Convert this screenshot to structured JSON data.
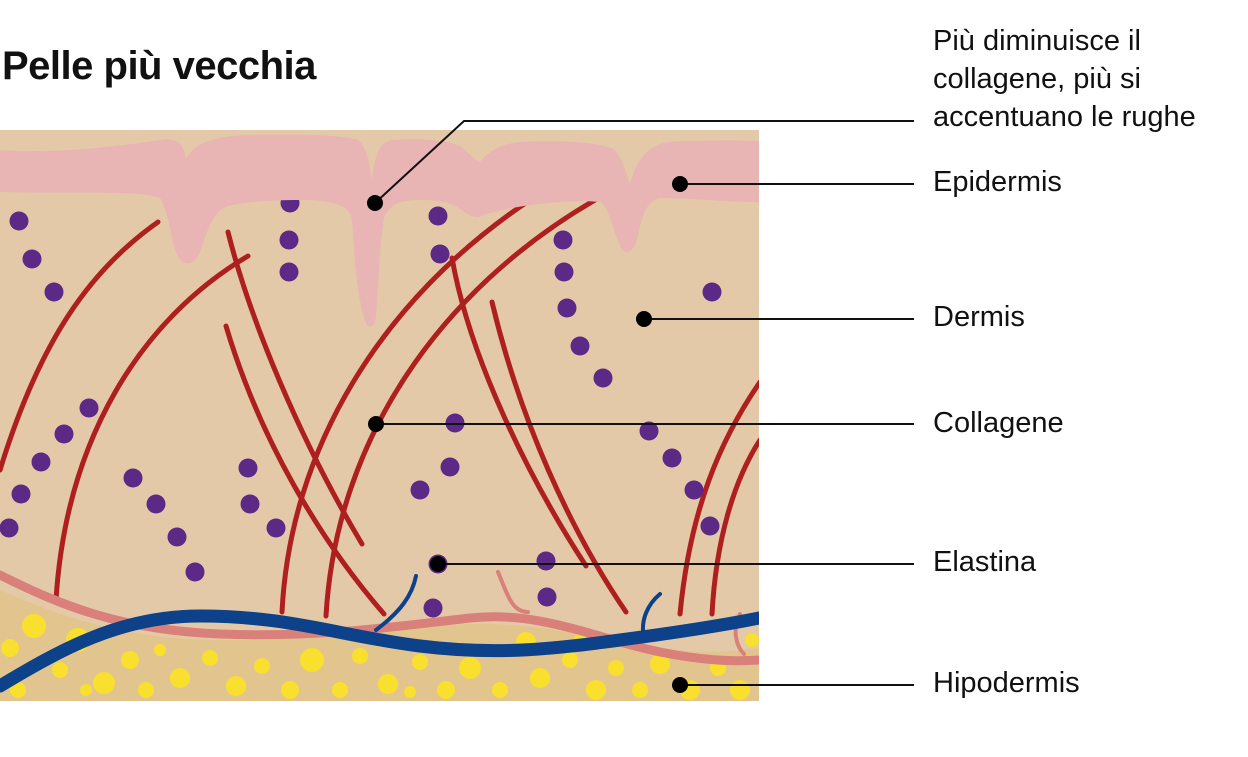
{
  "title": "Pelle più vecchia",
  "labels": {
    "note": "Più diminuisce il collagene, più si accentuano le rughe",
    "epidermis": "Epidermis",
    "dermis": "Dermis",
    "collagene": "Collagene",
    "elastina": "Elastina",
    "hipodermis": "Hipodermis"
  },
  "colors": {
    "epidermis": "#e8b4b4",
    "dermis": "#e4c9a8",
    "hypodermis": "#e2c58e",
    "fat": "#f9df2e",
    "collagen": "#ae1f1f",
    "cells": "#5c2a86",
    "vein": "#0d4189",
    "elastin": "#d9807a"
  }
}
